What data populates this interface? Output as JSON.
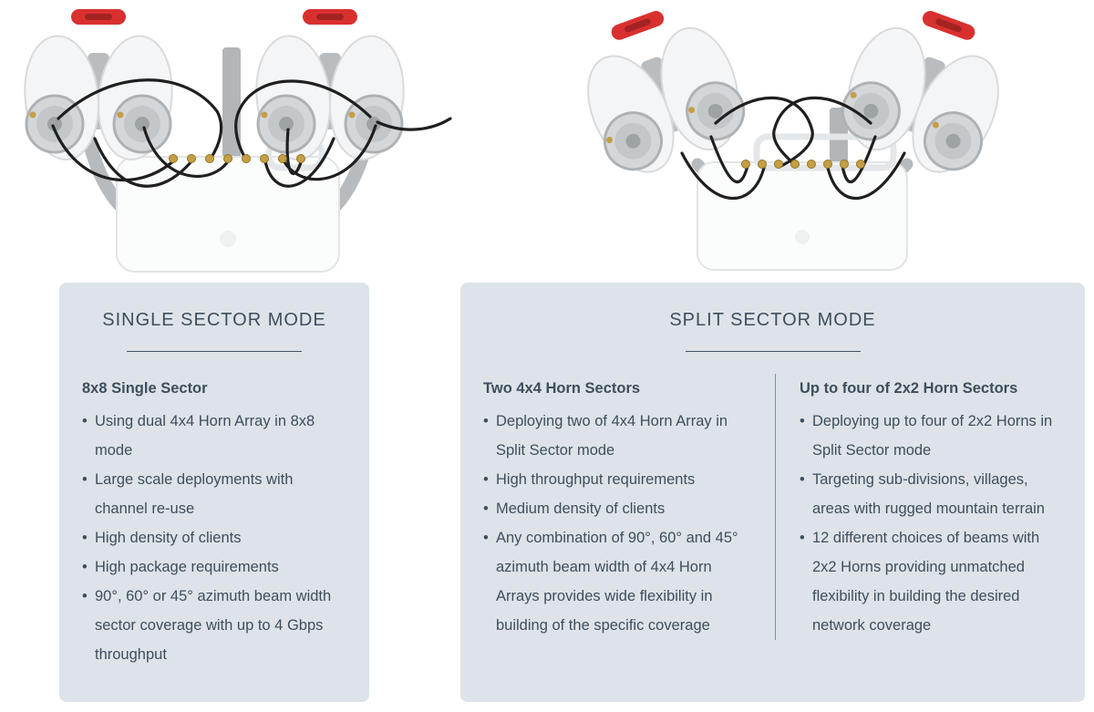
{
  "colors": {
    "panel_bg": "#dde3e8",
    "text": "#3e4e5d",
    "title_rule": "#415261",
    "column_divider": "#7d93a6",
    "handle_red": "#d8302f",
    "connector_gold": "#c49f45",
    "cable_black": "#1f1f1f"
  },
  "single_sector": {
    "title": "SINGLE SECTOR MODE",
    "heading": "8x8 Single Sector",
    "bullets": [
      "Using dual 4x4 Horn Array in 8x8 mode",
      "Large scale deployments with channel re-use",
      "High density of clients",
      "High package requirements",
      "90°, 60° or 45° azimuth beam width sector coverage with up to 4 Gbps throughput"
    ]
  },
  "split_sector": {
    "title": "SPLIT SECTOR MODE",
    "columns": [
      {
        "heading": "Two 4x4 Horn Sectors",
        "bullets": [
          "Deploying two of 4x4 Horn Array in Split Sector mode",
          "High throughput requirements",
          "Medium density of clients",
          "Any combination of 90°, 60° and 45° azimuth beam width of 4x4 Horn Arrays provides wide flexibility in building of the specific coverage"
        ]
      },
      {
        "heading": "Up to four of 2x2 Horn Sectors",
        "bullets": [
          "Deploying up to four of 2x2 Horns in Split Sector mode",
          "Targeting sub-divisions, villages, areas with rugged mountain terrain",
          "12 different choices of beams with 2x2 Horns providing unmatched flexibility in building the desired network coverage"
        ]
      }
    ]
  },
  "ui": {
    "bullet": "•"
  }
}
